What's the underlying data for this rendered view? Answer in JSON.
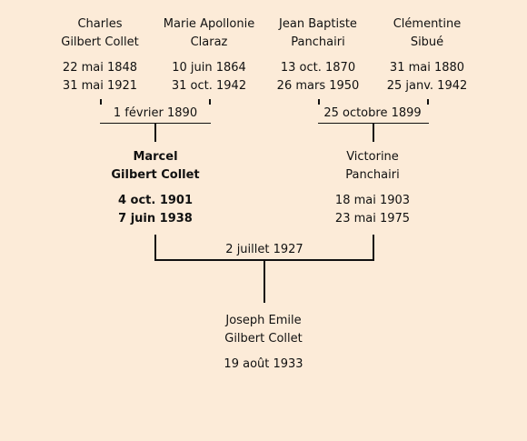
{
  "grandparents": [
    {
      "first": "Charles",
      "last": "Gilbert Collet",
      "born": "22 mai 1848",
      "died": "31 mai 1921"
    },
    {
      "first": "Marie Apollonie",
      "last": "Claraz",
      "born": "10 juin 1864",
      "died": "31 oct. 1942"
    },
    {
      "first": "Jean Baptiste",
      "last": "Panchairi",
      "born": "13 oct. 1870",
      "died": "26 mars 1950"
    },
    {
      "first": "Clémentine",
      "last": "Sibué",
      "born": "31 mai 1880",
      "died": "25 janv. 1942"
    }
  ],
  "parents": [
    {
      "first": "Marcel",
      "last": "Gilbert Collet",
      "born": "4 oct. 1901",
      "died": "7 juin 1938"
    },
    {
      "first": "Victorine",
      "last": "Panchairi",
      "born": "18 mai 1903",
      "died": "23 mai 1975"
    }
  ],
  "child": {
    "first": "Joseph Emile",
    "last": "Gilbert Collet",
    "born": "19 août 1933"
  },
  "marriages": {
    "paternal": "1 février 1890",
    "maternal": "25 octobre 1899",
    "parents": "2 juillet 1927"
  }
}
